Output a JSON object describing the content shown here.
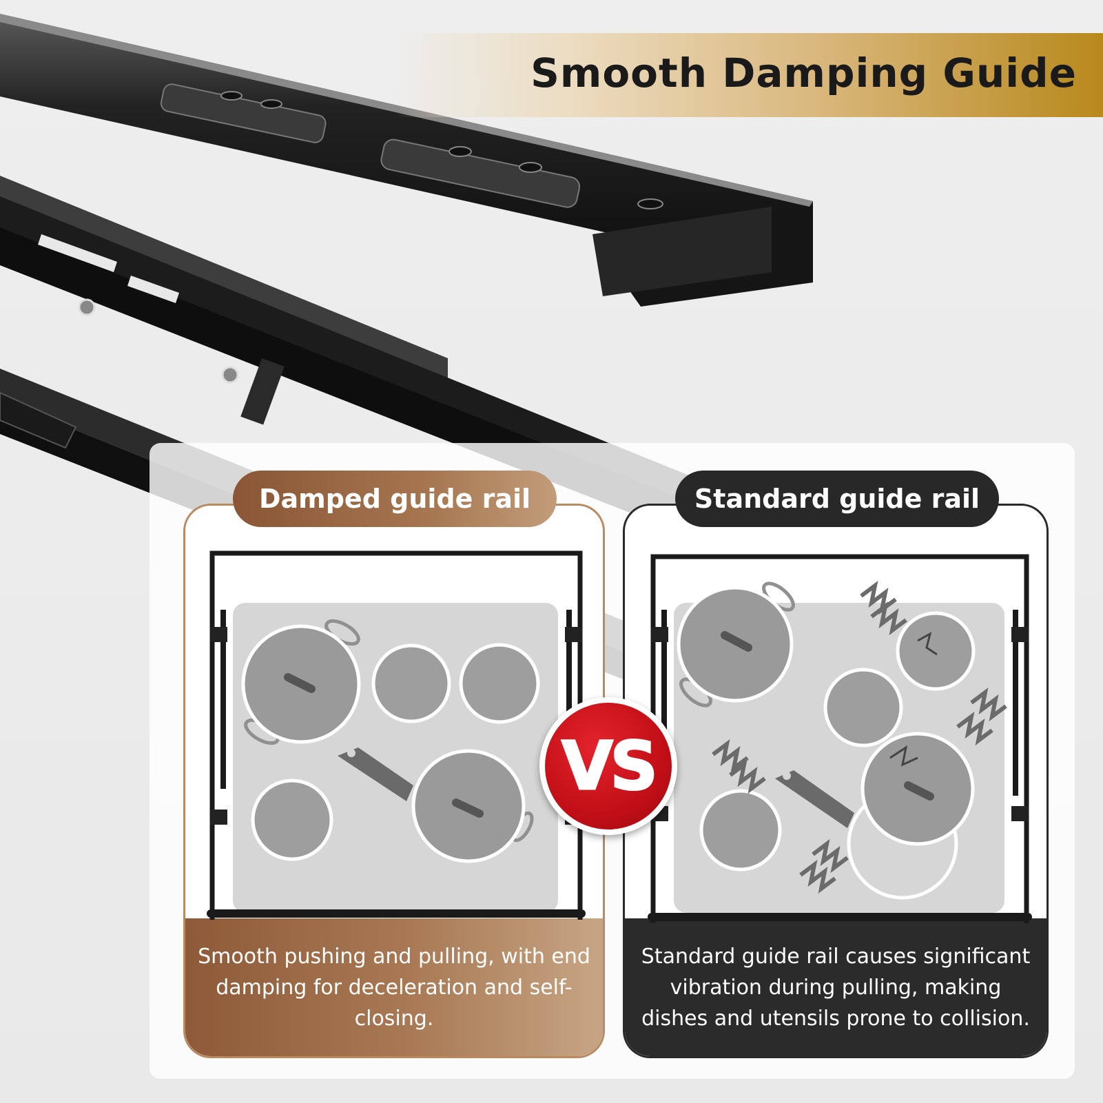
{
  "banner": {
    "title": "Smooth Damping Guide"
  },
  "comparison": {
    "left": {
      "label": "Damped guide rail",
      "description": "Smooth pushing and pulling, with end damping for deceleration and self-closing."
    },
    "right": {
      "label": "Standard guide rail",
      "description": "Standard guide rail causes significant vibration during pulling, making dishes and utensils prone to collision."
    },
    "badge": "VS"
  },
  "colors": {
    "bronze": "#a57650",
    "dark": "#2b2b2b",
    "gold": "#b8891c",
    "vs_red": "#c20f17"
  }
}
